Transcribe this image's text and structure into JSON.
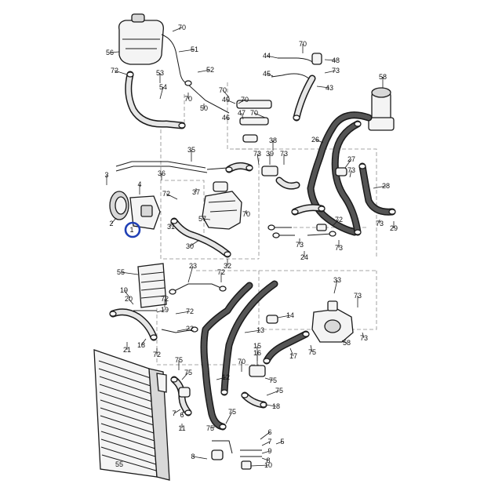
{
  "callouts": [
    {
      "id": "c70a",
      "text": "70"
    },
    {
      "id": "c56a",
      "text": "56"
    },
    {
      "id": "c51",
      "text": "51"
    },
    {
      "id": "c72a",
      "text": "72"
    },
    {
      "id": "c53",
      "text": "53"
    },
    {
      "id": "c52",
      "text": "52"
    },
    {
      "id": "c54",
      "text": "54"
    },
    {
      "id": "c70b",
      "text": "70"
    },
    {
      "id": "c50",
      "text": "50"
    },
    {
      "id": "c70c",
      "text": "70"
    },
    {
      "id": "c49",
      "text": "49"
    },
    {
      "id": "c70d",
      "text": "70"
    },
    {
      "id": "c47",
      "text": "47"
    },
    {
      "id": "c70e",
      "text": "70"
    },
    {
      "id": "c46",
      "text": "46"
    },
    {
      "id": "c44",
      "text": "44"
    },
    {
      "id": "c70f",
      "text": "70"
    },
    {
      "id": "c48",
      "text": "48"
    },
    {
      "id": "c45",
      "text": "45"
    },
    {
      "id": "c73a",
      "text": "73"
    },
    {
      "id": "c43",
      "text": "43"
    },
    {
      "id": "c58a",
      "text": "58"
    },
    {
      "id": "c26",
      "text": "26"
    },
    {
      "id": "c38",
      "text": "38"
    },
    {
      "id": "c73b",
      "text": "73"
    },
    {
      "id": "c39",
      "text": "39"
    },
    {
      "id": "c73c",
      "text": "73"
    },
    {
      "id": "c35",
      "text": "35"
    },
    {
      "id": "c3",
      "text": "3"
    },
    {
      "id": "c4",
      "text": "4"
    },
    {
      "id": "c36",
      "text": "36"
    },
    {
      "id": "c37",
      "text": "37"
    },
    {
      "id": "c72b",
      "text": "72"
    },
    {
      "id": "c2",
      "text": "2"
    },
    {
      "id": "c1",
      "text": "1"
    },
    {
      "id": "c31",
      "text": "31"
    },
    {
      "id": "c57",
      "text": "57"
    },
    {
      "id": "c70g",
      "text": "70"
    },
    {
      "id": "c30",
      "text": "30"
    },
    {
      "id": "c27",
      "text": "27"
    },
    {
      "id": "c73d",
      "text": "73"
    },
    {
      "id": "c28",
      "text": "28"
    },
    {
      "id": "c73e",
      "text": "73"
    },
    {
      "id": "c29",
      "text": "29"
    },
    {
      "id": "c72c",
      "text": "72"
    },
    {
      "id": "c73f",
      "text": "73"
    },
    {
      "id": "c24",
      "text": "24"
    },
    {
      "id": "c73g",
      "text": "73"
    },
    {
      "id": "c55a",
      "text": "55"
    },
    {
      "id": "c23",
      "text": "23"
    },
    {
      "id": "c72d",
      "text": "72"
    },
    {
      "id": "c32",
      "text": "32"
    },
    {
      "id": "c19a",
      "text": "19"
    },
    {
      "id": "c20",
      "text": "20"
    },
    {
      "id": "c19b",
      "text": "19"
    },
    {
      "id": "c72e",
      "text": "72"
    },
    {
      "id": "c72f",
      "text": "72"
    },
    {
      "id": "c22",
      "text": "22"
    },
    {
      "id": "c21",
      "text": "21"
    },
    {
      "id": "c18",
      "text": "18"
    },
    {
      "id": "c72g",
      "text": "72"
    },
    {
      "id": "c13",
      "text": "13"
    },
    {
      "id": "c14",
      "text": "14"
    },
    {
      "id": "c33",
      "text": "33"
    },
    {
      "id": "c73h",
      "text": "73"
    },
    {
      "id": "c58b",
      "text": "58"
    },
    {
      "id": "c73i",
      "text": "73"
    },
    {
      "id": "c15",
      "text": "15"
    },
    {
      "id": "c16",
      "text": "16"
    },
    {
      "id": "c17",
      "text": "17"
    },
    {
      "id": "c75a",
      "text": "75"
    },
    {
      "id": "c75b",
      "text": "75"
    },
    {
      "id": "c70h",
      "text": "70"
    },
    {
      "id": "c75c",
      "text": "75"
    },
    {
      "id": "c75d",
      "text": "75"
    },
    {
      "id": "c12",
      "text": "12"
    },
    {
      "id": "c75e",
      "text": "75"
    },
    {
      "id": "c7a",
      "text": "7"
    },
    {
      "id": "c6a",
      "text": "6"
    },
    {
      "id": "c11",
      "text": "11"
    },
    {
      "id": "c75f",
      "text": "75"
    },
    {
      "id": "c18b",
      "text": "18"
    },
    {
      "id": "c75g",
      "text": "75"
    },
    {
      "id": "c6b",
      "text": "6"
    },
    {
      "id": "c7b",
      "text": "7"
    },
    {
      "id": "c8a",
      "text": "8"
    },
    {
      "id": "c9",
      "text": "9"
    },
    {
      "id": "c5",
      "text": "5"
    },
    {
      "id": "c8b",
      "text": "8"
    },
    {
      "id": "c10",
      "text": "10"
    },
    {
      "id": "c55b",
      "text": "55"
    }
  ]
}
